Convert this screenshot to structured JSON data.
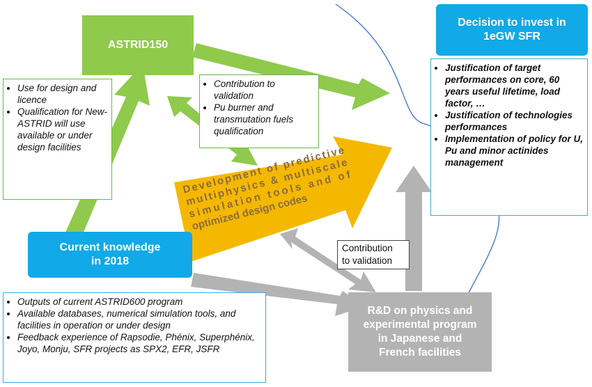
{
  "astrid150": {
    "title": "ASTRID150"
  },
  "left_note": {
    "items": [
      "Use for design and  licence",
      "Qualification for New-ASTRID will use available or under design facilities"
    ]
  },
  "validation_note_top": {
    "items": [
      "Contribution to validation",
      "Pu burner and transmutation fuels qualification"
    ]
  },
  "decision": {
    "line1": "Decision to invest in",
    "line2": "1eGW SFR"
  },
  "decision_note": {
    "items": [
      "Justification of target performances on core, 60 years useful lifetime, load factor, …",
      "Justification of technologies performances",
      "Implementation of policy for U, Pu and minor actinides management"
    ]
  },
  "development_arrow": {
    "lines": [
      "Development of predictive",
      "multiphysics & multiscale",
      "simulation tools and of",
      "optimized design codes"
    ]
  },
  "current_knowledge": {
    "line1": "Current knowledge",
    "line2": "in 2018"
  },
  "knowledge_note": {
    "items": [
      "Outputs of current ASTRID600 program",
      "Available databases, numerical simulation tools, and facilities in operation or under design",
      "Feedback experience of Rapsodie, Phénix, Superphénix, Joyo, Monju, SFR projects as SPX2, EFR, JSFR"
    ]
  },
  "validation_note_bottom": {
    "line1": "Contribution",
    "line2": "to validation"
  },
  "rnd": {
    "lines": [
      "R&D on physics and",
      "experimental program",
      "in Japanese and",
      "French facilities"
    ]
  },
  "colors": {
    "green": "#8fca4c",
    "blue": "#11a9e8",
    "gray": "#b3b3b3",
    "orange": "#f5b800",
    "orange_text": "#8a6a3c"
  }
}
